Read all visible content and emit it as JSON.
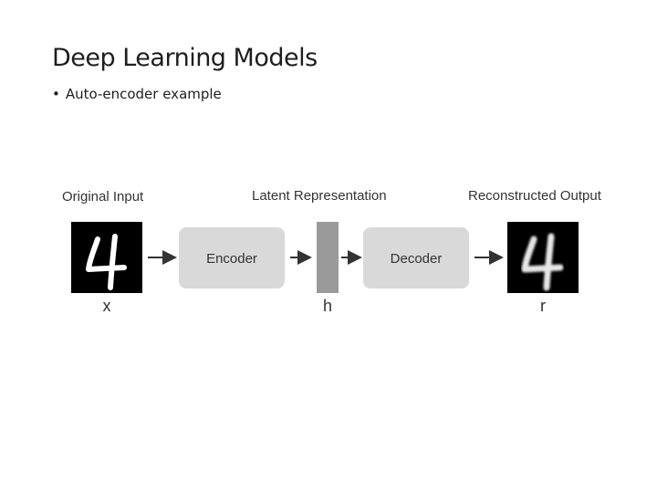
{
  "slide": {
    "title": "Deep Learning Models",
    "bullet_marker": "•",
    "bullet": "Auto-encoder example"
  },
  "diagram": {
    "labels": {
      "input": "Original Input",
      "latent": "Latent Representation",
      "output": "Reconstructed Output"
    },
    "boxes": {
      "encoder": "Encoder",
      "decoder": "Decoder"
    },
    "symbols": {
      "x": "x",
      "h": "h",
      "r": "r"
    },
    "digit_shown": "4",
    "colors": {
      "box_fill": "#d9d9d9",
      "latent_bar": "#9a9a9a",
      "image_bg": "#000000",
      "arrow": "#333333"
    }
  }
}
